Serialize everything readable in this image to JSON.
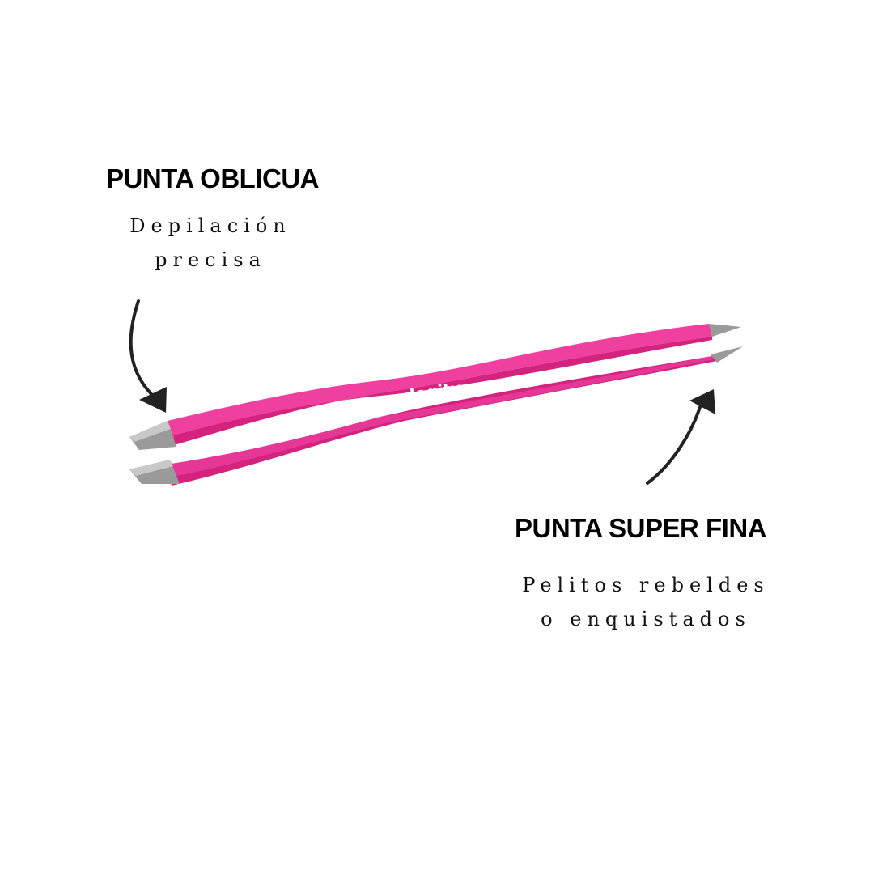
{
  "annotations": {
    "left": {
      "title": "PUNTA OBLICUA",
      "description": "Depilación precisa"
    },
    "right": {
      "title": "PUNTA SUPER FINA",
      "description": "Pelitos rebeldes o enquistados"
    }
  },
  "product": {
    "brand": "doqity",
    "body_color": "#f0409f",
    "body_shadow_color": "#d3237f",
    "tip_color": "#9a9a9a"
  }
}
